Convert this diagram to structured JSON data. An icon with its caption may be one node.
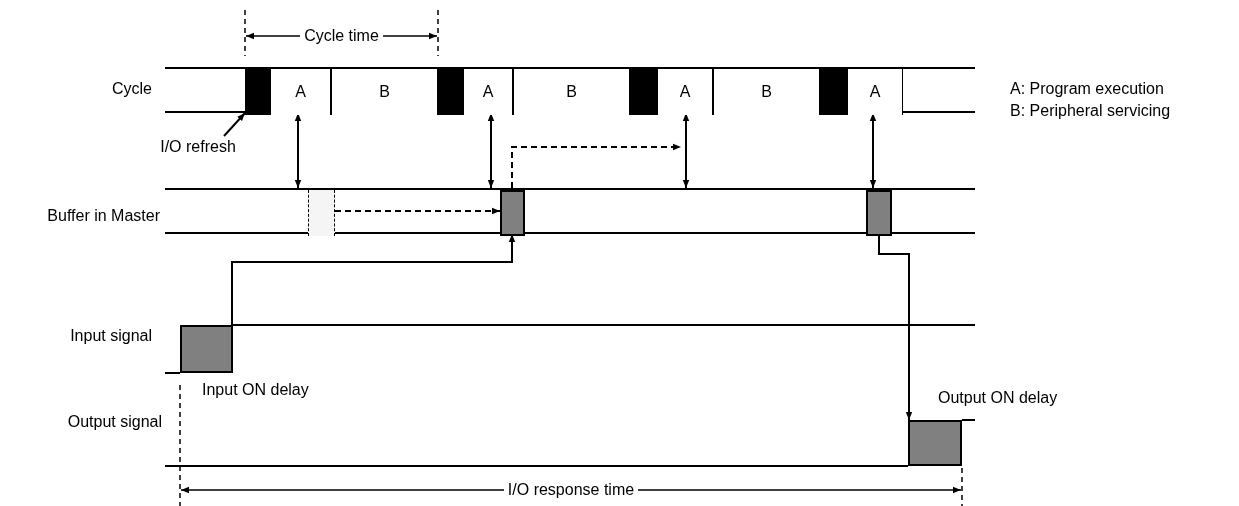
{
  "diagram": {
    "nodes": [
      {
        "text": [],
        "shape": "band",
        "beside": [
          "Cycle"
        ]
      },
      {
        "text": [],
        "shape": "bar",
        "in": 0
      },
      {
        "text": [
          "A"
        ],
        "in": 0
      },
      {
        "text": [
          "B"
        ],
        "in": 0
      },
      {
        "text": [],
        "shape": "bar",
        "in": 0
      },
      {
        "text": [
          "A"
        ],
        "in": 0
      },
      {
        "text": [
          "B"
        ],
        "in": 0
      },
      {
        "text": [],
        "shape": "bar",
        "in": 0
      },
      {
        "text": [
          "A"
        ],
        "in": 0
      },
      {
        "text": [
          "B"
        ],
        "in": 0
      },
      {
        "text": [],
        "shape": "bar",
        "in": 0
      },
      {
        "text": [
          "A"
        ],
        "in": 0
      },
      {
        "text": [
          "I/O refresh"
        ]
      },
      {
        "text": [],
        "shape": "band",
        "beside": [
          "Buffer in Master"
        ]
      },
      {
        "text": [],
        "shape": "bar",
        "in": 13
      },
      {
        "text": [],
        "shape": "bar",
        "in": 13
      },
      {
        "text": [],
        "shape": "bar",
        "in": 13
      },
      {
        "text": [],
        "shape": "box",
        "beside": [
          "Input ON delay"
        ]
      },
      {
        "text": [],
        "shape": "box",
        "beside": [
          "Output ON delay"
        ]
      }
    ],
    "edges": [
      {
        "from": 12,
        "to": 1,
        "arrow": "to"
      },
      {
        "from": 2,
        "to": 13,
        "arrow": "both"
      },
      {
        "from": 5,
        "to": 13,
        "arrow": "both"
      },
      {
        "from": 8,
        "to": 13,
        "arrow": "both"
      },
      {
        "from": 11,
        "to": 16,
        "arrow": "both"
      },
      {
        "from": 14,
        "to": 15,
        "arrow": "to",
        "style": "dashed"
      },
      {
        "from": 15,
        "to": 8,
        "arrow": "to",
        "style": "dashed"
      },
      {
        "from": 17,
        "to": 15,
        "arrow": "to"
      },
      {
        "from": 16,
        "to": 18,
        "arrow": "to"
      }
    ],
    "labels": [
      "Cycle time",
      "A: Program execution",
      "B: Peripheral servicing",
      "Input signal",
      "Output signal",
      "I/O response time"
    ]
  }
}
